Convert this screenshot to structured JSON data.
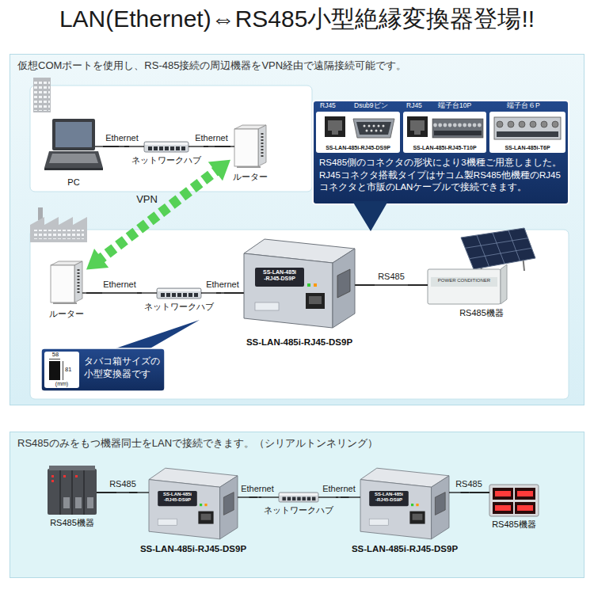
{
  "diagram": {
    "title": "LAN(Ethernet)⇔RS485小型絶縁変換器登場!!",
    "nodes": [
      {
        "text": [
          "仮想COMポートを使用し、RS-485接続の周辺機器をVPN経由で遠隔接続可能です。"
        ]
      },
      {
        "text": [
          "PC"
        ],
        "in": 0
      },
      {
        "text": [
          "ネットワークハブ"
        ],
        "in": 0
      },
      {
        "text": [
          "ルーター"
        ],
        "in": 0
      },
      {
        "text": [
          "RS485側のコネクタの形状により3機種ご用意しました。RJ45コネクタ搭載タイプはサコム製RS485他機種のRJ45コネクタと市販のLANケーブルで接続できます。"
        ],
        "in": 0
      },
      {
        "text": [
          "ルーター"
        ],
        "in": 0
      },
      {
        "text": [
          "ネットワークハブ"
        ],
        "in": 0
      },
      {
        "text": [
          "SS-LAN-485i-RJ45-DS9P"
        ],
        "in": 0
      },
      {
        "text": [
          "RS485機器"
        ],
        "in": 0
      },
      {
        "text": [
          "タバコ箱サイズの小型変換器です"
        ],
        "in": 0
      },
      {
        "text": [
          "RS485のみをもつ機器同士をLANで接続できます。（シリアルトンネリング）"
        ]
      },
      {
        "text": [
          "RS485機器"
        ],
        "in": 10
      },
      {
        "text": [
          "SS-LAN-485i-RJ45-DS9P"
        ],
        "in": 10
      },
      {
        "text": [
          "ネットワークハブ"
        ],
        "in": 10
      },
      {
        "text": [
          "SS-LAN-485i-RJ45-DS9P"
        ],
        "in": 10
      },
      {
        "text": [
          "RS485機器"
        ],
        "in": 10
      }
    ],
    "edges": [
      {
        "from": 1,
        "to": 2,
        "label": "Ethernet",
        "arrow": "none"
      },
      {
        "from": 2,
        "to": 3,
        "label": "Ethernet",
        "arrow": "none"
      },
      {
        "from": 3,
        "to": 5,
        "label": "VPN",
        "arrow": "both"
      },
      {
        "from": 5,
        "to": 6,
        "label": "Ethernet",
        "arrow": "none"
      },
      {
        "from": 6,
        "to": 7,
        "label": "Ethernet",
        "arrow": "none"
      },
      {
        "from": 7,
        "to": 8,
        "label": "RS485",
        "arrow": "none"
      },
      {
        "from": 11,
        "to": 12,
        "label": "RS485",
        "arrow": "none"
      },
      {
        "from": 12,
        "to": 13,
        "label": "Ethernet",
        "arrow": "none"
      },
      {
        "from": 13,
        "to": 14,
        "label": "Ethernet",
        "arrow": "none"
      },
      {
        "from": 14,
        "to": 15,
        "label": "RS485",
        "arrow": "none"
      }
    ],
    "labels": [
      "RJ45",
      "Dsub9ピン",
      "SS-LAN-485i-RJ45-DS9P",
      "RJ45",
      "端子台10P",
      "SS-LAN-485i-RJ45-T10P",
      "端子台６P",
      "SS-LAN-485i-T6P",
      "58",
      "81",
      "(mm)",
      "SS-LAN-485i -RJ45-DS9P",
      "POWER CONDITIONER",
      "SS-LAN-485i -RJ45-DS9P",
      "SS-LAN-485i -RJ45-DS9P"
    ]
  }
}
